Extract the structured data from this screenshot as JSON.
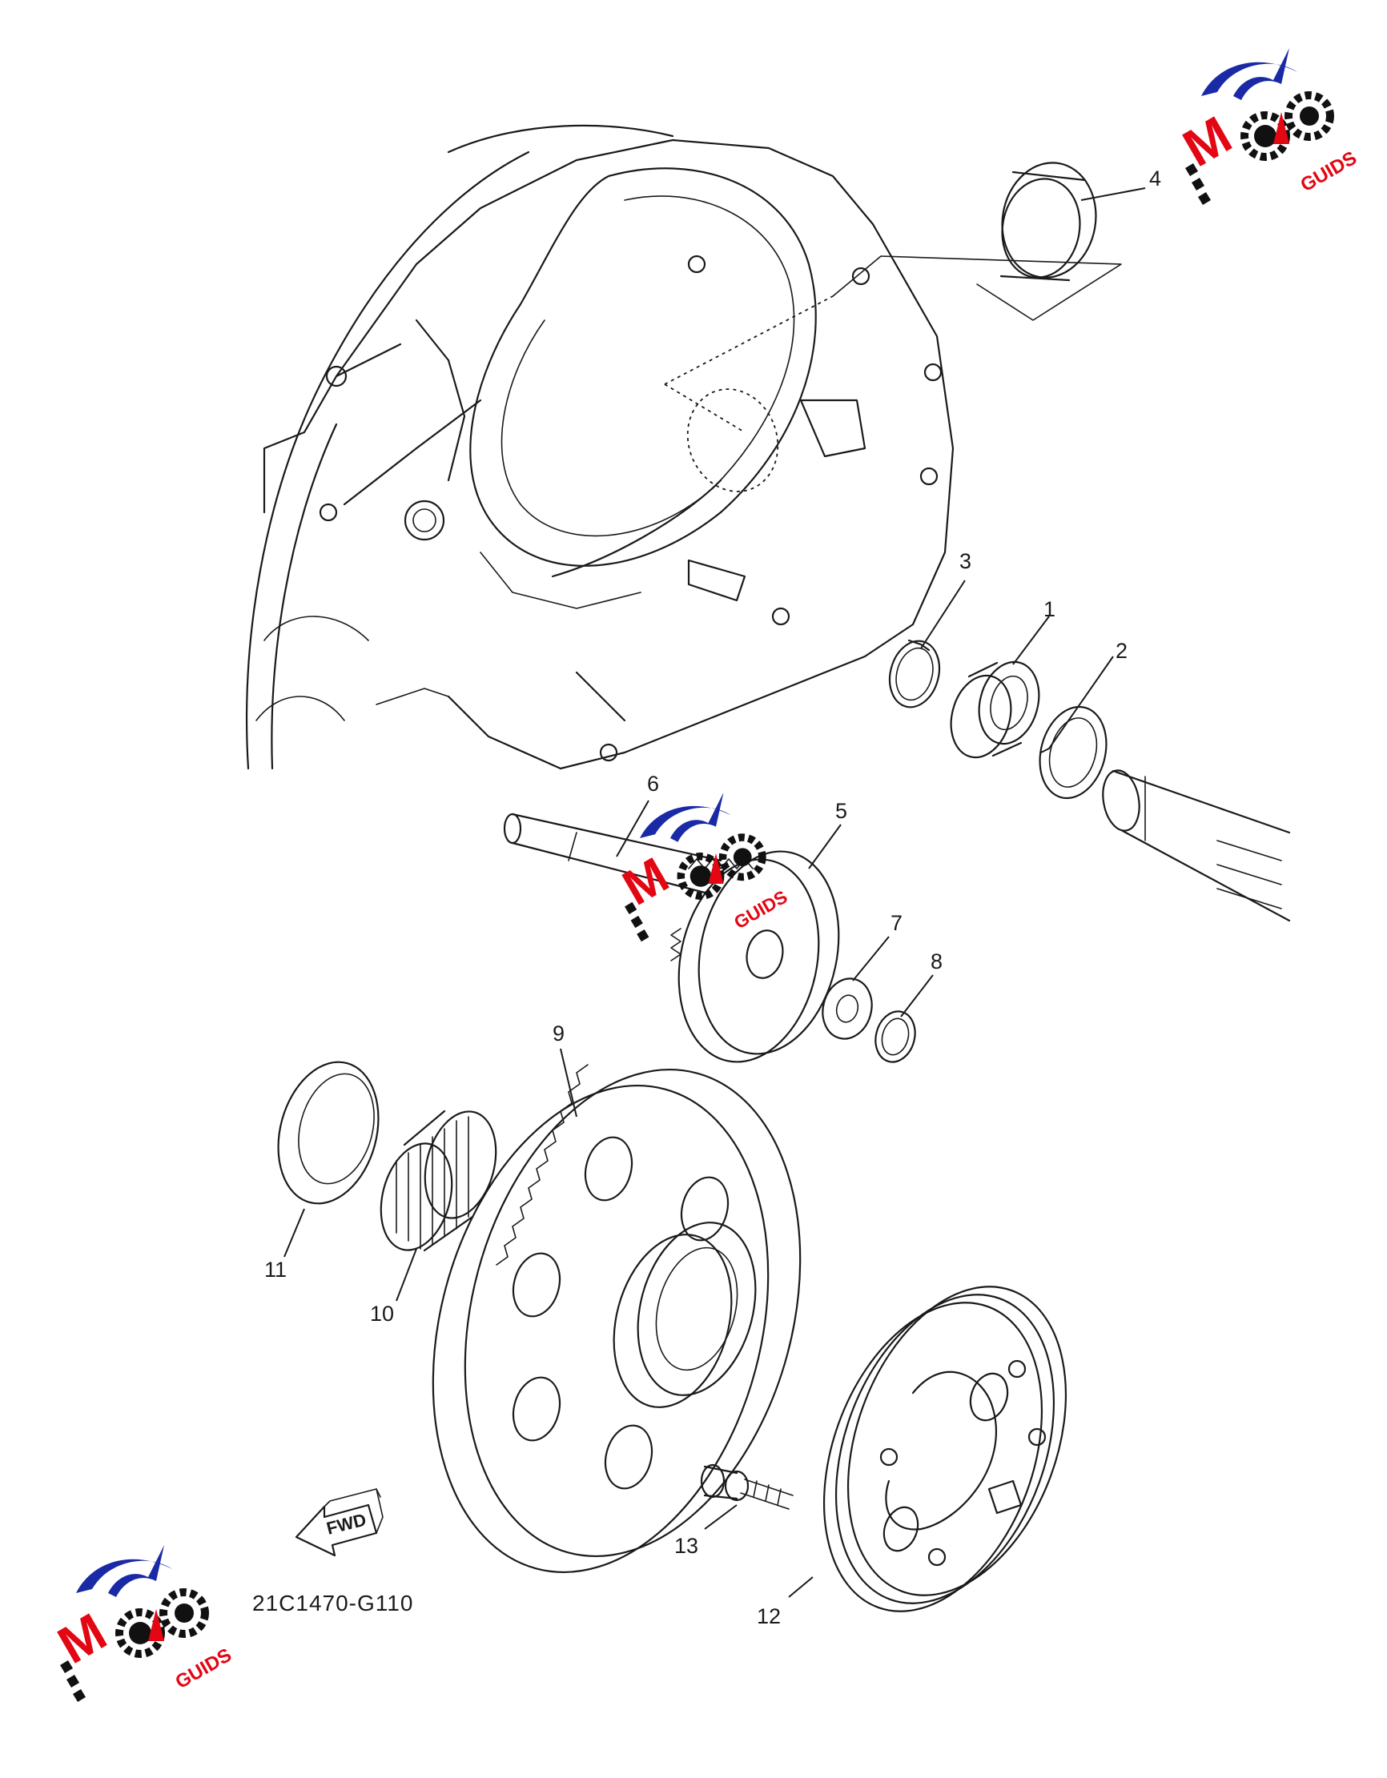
{
  "diagram": {
    "part_code": "21C1470-G110",
    "direction_label": "FWD",
    "callouts": [
      "1",
      "2",
      "3",
      "4",
      "5",
      "6",
      "7",
      "8",
      "9",
      "10",
      "11",
      "12",
      "13"
    ]
  },
  "watermark": {
    "brand_main": "MOTO",
    "brand_sub": "GUIDS",
    "colors": {
      "primary": "#e30613",
      "secondary": "#1a2aa6",
      "dark": "#111111"
    }
  }
}
